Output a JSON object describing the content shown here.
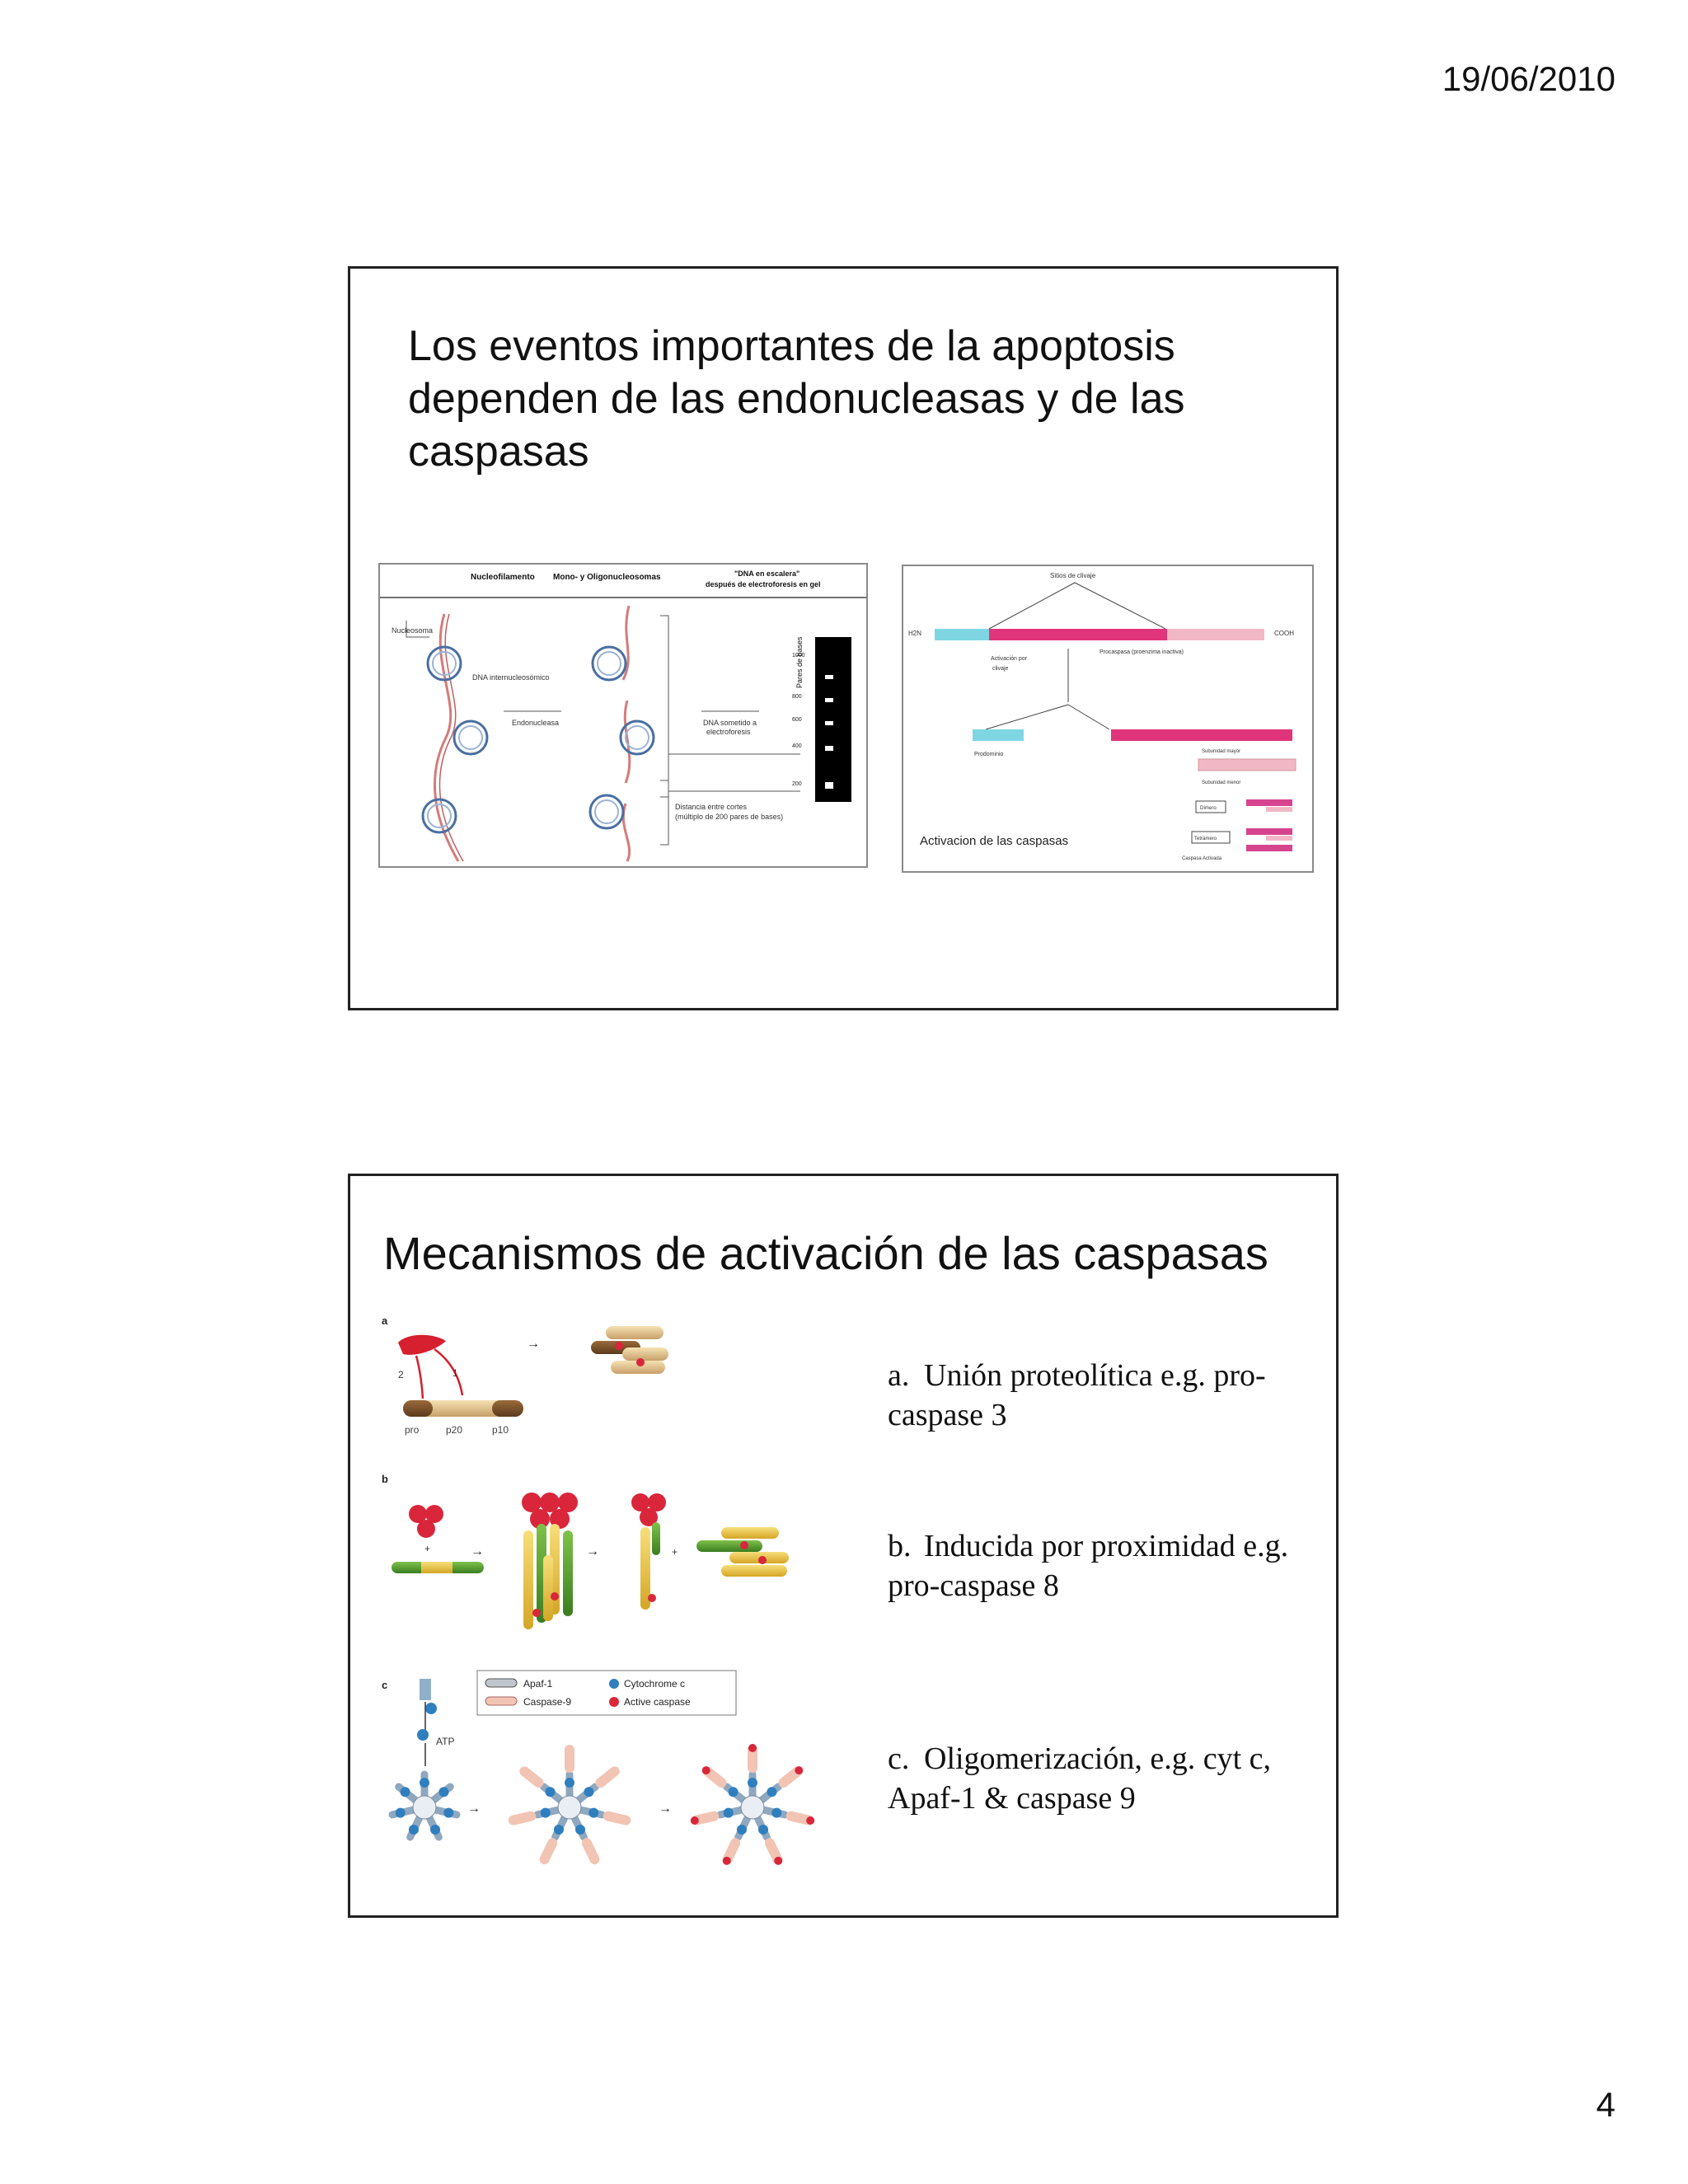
{
  "page": {
    "date": "19/06/2010",
    "number": "4"
  },
  "slide1": {
    "title": "Los eventos importantes de la apoptosis dependen de las endonucleasas y de las caspasas",
    "fig_dna": {
      "col1": "Nucleofilamento",
      "col2": "Mono- y Oligonucleosomas",
      "col3a": "\"DNA en escalera\"",
      "col3b": "después de electroforesis en gel",
      "nucleosoma": "Nucleosoma",
      "internucleosomico": "DNA internucleosómico",
      "endonucleasa": "Endonucleasa",
      "sometido1": "DNA sometido a",
      "sometido2": "electroforesis",
      "distancia1": "Distancia entre cortes",
      "distancia2": "(múltiplo de 200 pares de bases)",
      "pares": "Pares de bases",
      "ticks": [
        "1000",
        "800",
        "600",
        "400",
        "200"
      ]
    },
    "fig_casp": {
      "sitios": "Sitios de clivaje",
      "h2n": "H2N",
      "cooh": "COOH",
      "procaspasa": "Procaspasa (proenzima inactiva)",
      "activacion1": "Activación por",
      "activacion2": "clivaje",
      "prodominio": "Prodominio",
      "sub_mayor": "Subunidad mayor",
      "sub_menor": "Subunidad menor",
      "box1": "Dímero",
      "box2": "Tetrámero",
      "activada": "Caspasa Activada",
      "caption": "Activacion de las caspasas"
    }
  },
  "slide2": {
    "title": "Mecanismos de activación de las caspasas",
    "fig_mech": {
      "panel_a": "a",
      "panel_b": "b",
      "panel_c": "c",
      "n2": "2",
      "n1": "1",
      "pro": "pro",
      "p20": "p20",
      "p10": "p10",
      "atp": "ATP",
      "legend": [
        "Apaf-1",
        "Caspase-9",
        "Cytochrome c",
        "Active caspase"
      ]
    },
    "items": [
      {
        "label": "a.",
        "text": "Unión proteolítica e.g. pro-caspase 3"
      },
      {
        "label": "b.",
        "text": "Inducida por proximidad e.g. pro-caspase 8"
      },
      {
        "label": "c.",
        "text": "Oligomerización, e.g. cyt c, Apaf-1 & caspase 9"
      }
    ]
  },
  "colors": {
    "magenta": "#e0357a",
    "cyan": "#7fd6e3",
    "pink": "#f2b7c5",
    "dna": "#d47b7b",
    "apaf_blue": "#2f7fbf",
    "active_red": "#d9263a"
  }
}
